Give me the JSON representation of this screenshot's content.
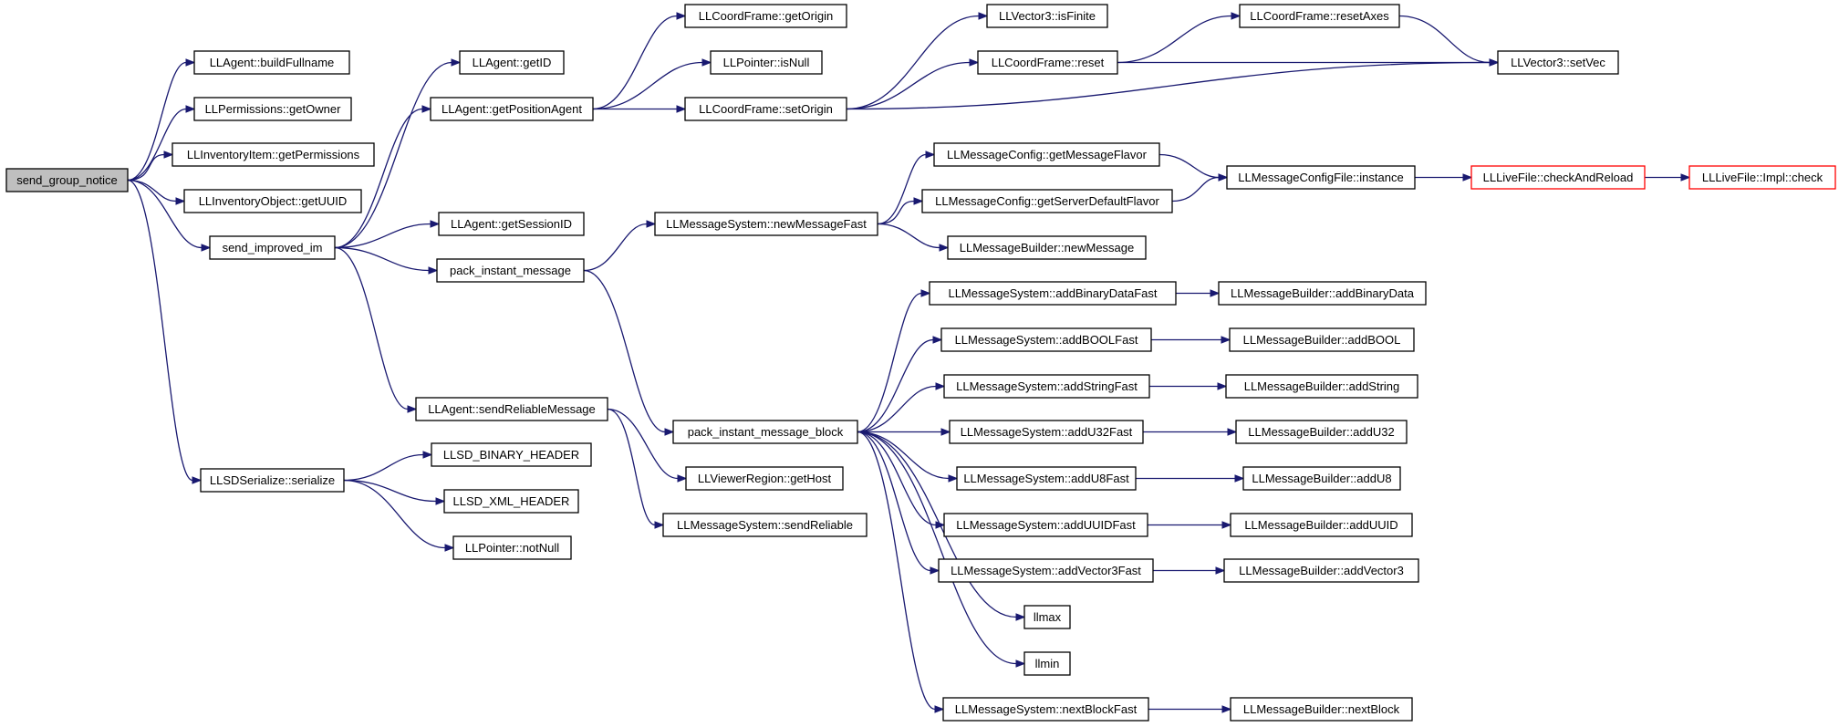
{
  "diagram": {
    "type": "call-graph",
    "root": "send_group_notice",
    "colors": {
      "edge": "#191970",
      "root_fill": "#bfbfbf",
      "node_border": "#000000",
      "highlight_border": "#ff0000"
    },
    "nodes": [
      {
        "id": "n0",
        "label": "send_group_notice",
        "style": "root"
      },
      {
        "id": "n1",
        "label": "LLAgent::buildFullname"
      },
      {
        "id": "n2",
        "label": "LLPermissions::getOwner"
      },
      {
        "id": "n3",
        "label": "LLInventoryItem::getPermissions"
      },
      {
        "id": "n4",
        "label": "LLInventoryObject::getUUID"
      },
      {
        "id": "n5",
        "label": "send_improved_im"
      },
      {
        "id": "n6",
        "label": "LLSDSerialize::serialize"
      },
      {
        "id": "n7",
        "label": "LLAgent::getID"
      },
      {
        "id": "n8",
        "label": "LLAgent::getPositionAgent"
      },
      {
        "id": "n9",
        "label": "LLAgent::getSessionID"
      },
      {
        "id": "n10",
        "label": "pack_instant_message"
      },
      {
        "id": "n11",
        "label": "LLAgent::sendReliableMessage"
      },
      {
        "id": "n12",
        "label": "LLSD_BINARY_HEADER"
      },
      {
        "id": "n13",
        "label": "LLSD_XML_HEADER"
      },
      {
        "id": "n14",
        "label": "LLPointer::notNull"
      },
      {
        "id": "n15",
        "label": "LLCoordFrame::getOrigin"
      },
      {
        "id": "n16",
        "label": "LLPointer::isNull"
      },
      {
        "id": "n17",
        "label": "LLCoordFrame::setOrigin"
      },
      {
        "id": "n18",
        "label": "LLMessageSystem::newMessageFast"
      },
      {
        "id": "n19",
        "label": "pack_instant_message_block"
      },
      {
        "id": "n20",
        "label": "LLViewerRegion::getHost"
      },
      {
        "id": "n21",
        "label": "LLMessageSystem::sendReliable"
      },
      {
        "id": "n22",
        "label": "LLVector3::isFinite"
      },
      {
        "id": "n23",
        "label": "LLCoordFrame::reset"
      },
      {
        "id": "n24",
        "label": "LLCoordFrame::resetAxes"
      },
      {
        "id": "n25",
        "label": "LLVector3::setVec"
      },
      {
        "id": "n26",
        "label": "LLMessageConfig::getMessageFlavor"
      },
      {
        "id": "n27",
        "label": "LLMessageConfig::getServerDefaultFlavor"
      },
      {
        "id": "n28",
        "label": "LLMessageBuilder::newMessage"
      },
      {
        "id": "n29",
        "label": "LLMessageConfigFile::instance"
      },
      {
        "id": "n30",
        "label": "LLLiveFile::checkAndReload",
        "style": "red"
      },
      {
        "id": "n31",
        "label": "LLLiveFile::Impl::check",
        "style": "red"
      },
      {
        "id": "n32",
        "label": "LLMessageSystem::addBinaryDataFast"
      },
      {
        "id": "n33",
        "label": "LLMessageSystem::addBOOLFast"
      },
      {
        "id": "n34",
        "label": "LLMessageSystem::addStringFast"
      },
      {
        "id": "n35",
        "label": "LLMessageSystem::addU32Fast"
      },
      {
        "id": "n36",
        "label": "LLMessageSystem::addU8Fast"
      },
      {
        "id": "n37",
        "label": "LLMessageSystem::addUUIDFast"
      },
      {
        "id": "n38",
        "label": "LLMessageSystem::addVector3Fast"
      },
      {
        "id": "n39",
        "label": "llmax"
      },
      {
        "id": "n40",
        "label": "llmin"
      },
      {
        "id": "n41",
        "label": "LLMessageSystem::nextBlockFast"
      },
      {
        "id": "n42",
        "label": "LLMessageBuilder::addBinaryData"
      },
      {
        "id": "n43",
        "label": "LLMessageBuilder::addBOOL"
      },
      {
        "id": "n44",
        "label": "LLMessageBuilder::addString"
      },
      {
        "id": "n45",
        "label": "LLMessageBuilder::addU32"
      },
      {
        "id": "n46",
        "label": "LLMessageBuilder::addU8"
      },
      {
        "id": "n47",
        "label": "LLMessageBuilder::addUUID"
      },
      {
        "id": "n48",
        "label": "LLMessageBuilder::addVector3"
      },
      {
        "id": "n49",
        "label": "LLMessageBuilder::nextBlock"
      }
    ],
    "edges": [
      [
        "n0",
        "n1"
      ],
      [
        "n0",
        "n2"
      ],
      [
        "n0",
        "n3"
      ],
      [
        "n0",
        "n4"
      ],
      [
        "n0",
        "n5"
      ],
      [
        "n0",
        "n6"
      ],
      [
        "n5",
        "n7"
      ],
      [
        "n5",
        "n8"
      ],
      [
        "n5",
        "n9"
      ],
      [
        "n5",
        "n10"
      ],
      [
        "n5",
        "n11"
      ],
      [
        "n6",
        "n12"
      ],
      [
        "n6",
        "n13"
      ],
      [
        "n6",
        "n14"
      ],
      [
        "n8",
        "n15"
      ],
      [
        "n8",
        "n16"
      ],
      [
        "n8",
        "n17"
      ],
      [
        "n10",
        "n18"
      ],
      [
        "n10",
        "n19"
      ],
      [
        "n11",
        "n20"
      ],
      [
        "n11",
        "n21"
      ],
      [
        "n17",
        "n22"
      ],
      [
        "n17",
        "n23"
      ],
      [
        "n17",
        "n25"
      ],
      [
        "n23",
        "n24"
      ],
      [
        "n23",
        "n25"
      ],
      [
        "n24",
        "n25"
      ],
      [
        "n18",
        "n26"
      ],
      [
        "n18",
        "n27"
      ],
      [
        "n18",
        "n28"
      ],
      [
        "n26",
        "n29"
      ],
      [
        "n27",
        "n29"
      ],
      [
        "n29",
        "n30"
      ],
      [
        "n30",
        "n31"
      ],
      [
        "n19",
        "n32"
      ],
      [
        "n19",
        "n33"
      ],
      [
        "n19",
        "n34"
      ],
      [
        "n19",
        "n35"
      ],
      [
        "n19",
        "n36"
      ],
      [
        "n19",
        "n37"
      ],
      [
        "n19",
        "n38"
      ],
      [
        "n19",
        "n39"
      ],
      [
        "n19",
        "n40"
      ],
      [
        "n19",
        "n41"
      ],
      [
        "n32",
        "n42"
      ],
      [
        "n33",
        "n43"
      ],
      [
        "n34",
        "n44"
      ],
      [
        "n35",
        "n45"
      ],
      [
        "n36",
        "n46"
      ],
      [
        "n37",
        "n47"
      ],
      [
        "n38",
        "n48"
      ],
      [
        "n41",
        "n49"
      ]
    ]
  }
}
